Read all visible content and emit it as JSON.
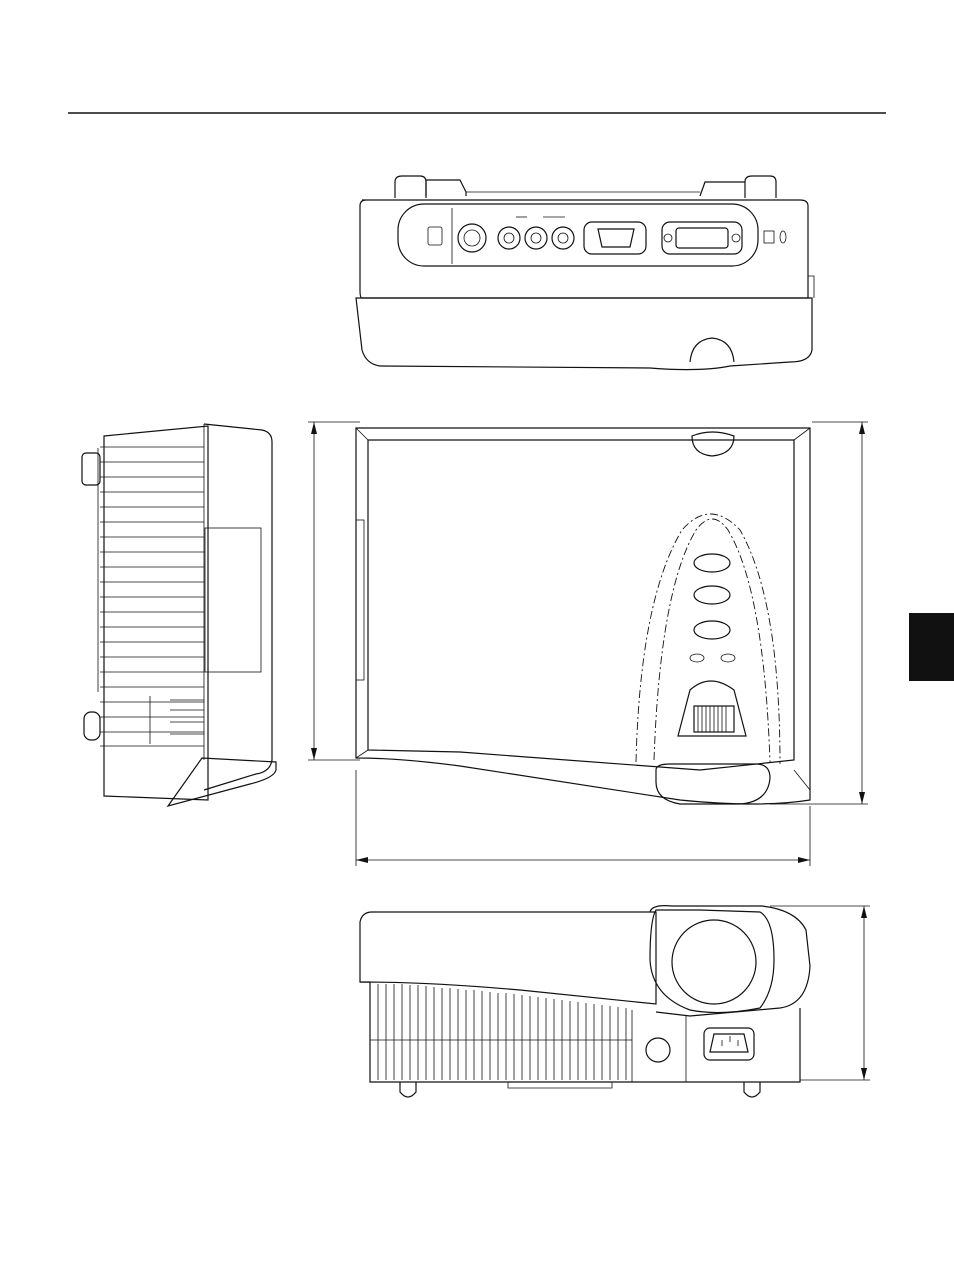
{
  "document": {
    "section_tab_color": "#000000",
    "line_color": "#111111"
  },
  "views": {
    "top_rear": {
      "name": "rear-panel-view"
    },
    "left_side": {
      "name": "side-view"
    },
    "plan": {
      "name": "top-view"
    },
    "front": {
      "name": "front-view"
    }
  }
}
